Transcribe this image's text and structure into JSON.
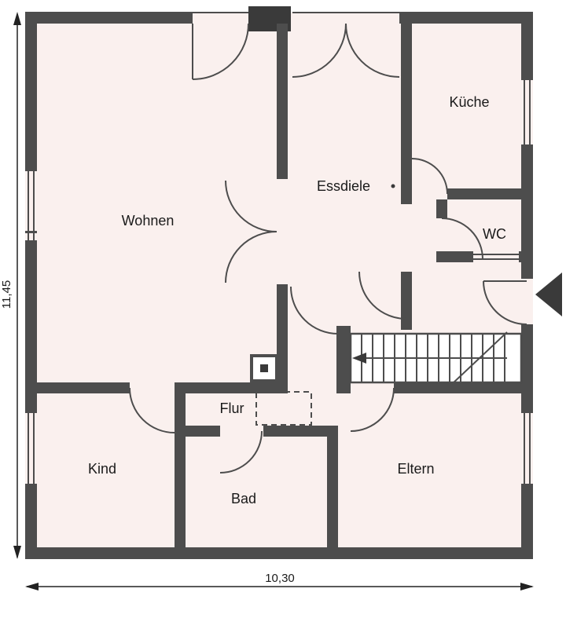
{
  "plan": {
    "rooms": [
      {
        "label": "Wohnen"
      },
      {
        "label": "Essdiele"
      },
      {
        "label": "Küche"
      },
      {
        "label": "WC"
      },
      {
        "label": "Flur"
      },
      {
        "label": "Kind"
      },
      {
        "label": "Bad"
      },
      {
        "label": "Eltern"
      }
    ],
    "dimensions": {
      "height": "11,45",
      "width": "10,30"
    },
    "colors": {
      "wall": "#4d4d4d",
      "floor": "#faf0ee",
      "text": "#1a1a1a",
      "arrow": "#333333"
    }
  }
}
